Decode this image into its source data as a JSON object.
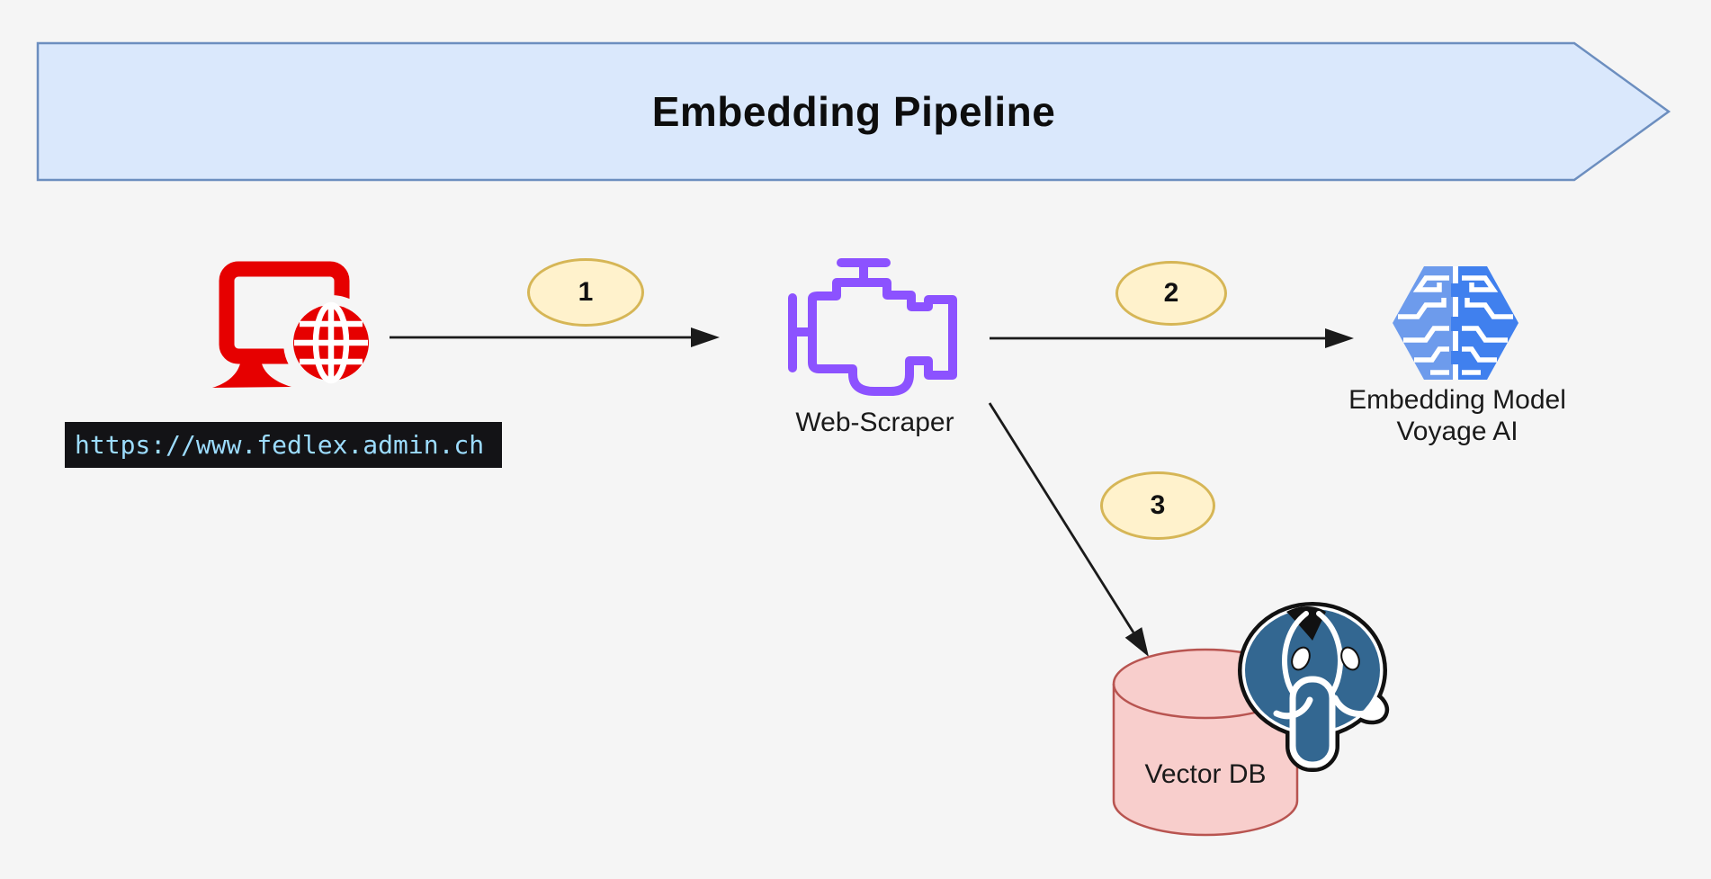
{
  "diagram_title": "Embedding Pipeline",
  "nodes": {
    "source": {
      "name": "website-source",
      "url_label": "https://www.fedlex.admin.ch",
      "icon": "monitor-globe-icon"
    },
    "web_scraper": {
      "label": "Web-Scraper",
      "icon": "engine-icon"
    },
    "embedding_model": {
      "label_line1": "Embedding Model",
      "label_line2": "Voyage AI",
      "icon": "ai-brain-hexagon-icon"
    },
    "vector_db": {
      "label": "Vector DB",
      "icon": "postgresql-elephant-icon"
    }
  },
  "step_badges": [
    {
      "label": "1"
    },
    {
      "label": "2"
    },
    {
      "label": "3"
    }
  ],
  "connections": [
    {
      "from": "website-source",
      "to": "web-scraper",
      "badge": "1"
    },
    {
      "from": "web-scraper",
      "to": "embedding-model",
      "badge": "2"
    },
    {
      "from": "web-scraper",
      "to": "vector-db",
      "badge": "3"
    }
  ],
  "colors": {
    "page_bg": "#F5F5F5",
    "banner_fill": "#DAE8FC",
    "banner_stroke": "#6C8EBF",
    "badge_fill": "#FFF2CC",
    "badge_stroke": "#D6B656",
    "cylinder_fill": "#F8CECC",
    "cylinder_stroke": "#B85450",
    "source_red": "#E60000",
    "scraper_purple": "#8C52FF",
    "brain_blue_left": "#6D9BEC",
    "brain_blue_right": "#4080EE",
    "postgres_blue": "#336791",
    "outline_black": "#111111",
    "url_bg": "#131316",
    "url_text": "#9CDCFE",
    "arrow_color": "#1A1A1A",
    "label_color": "#1A1A1A"
  }
}
